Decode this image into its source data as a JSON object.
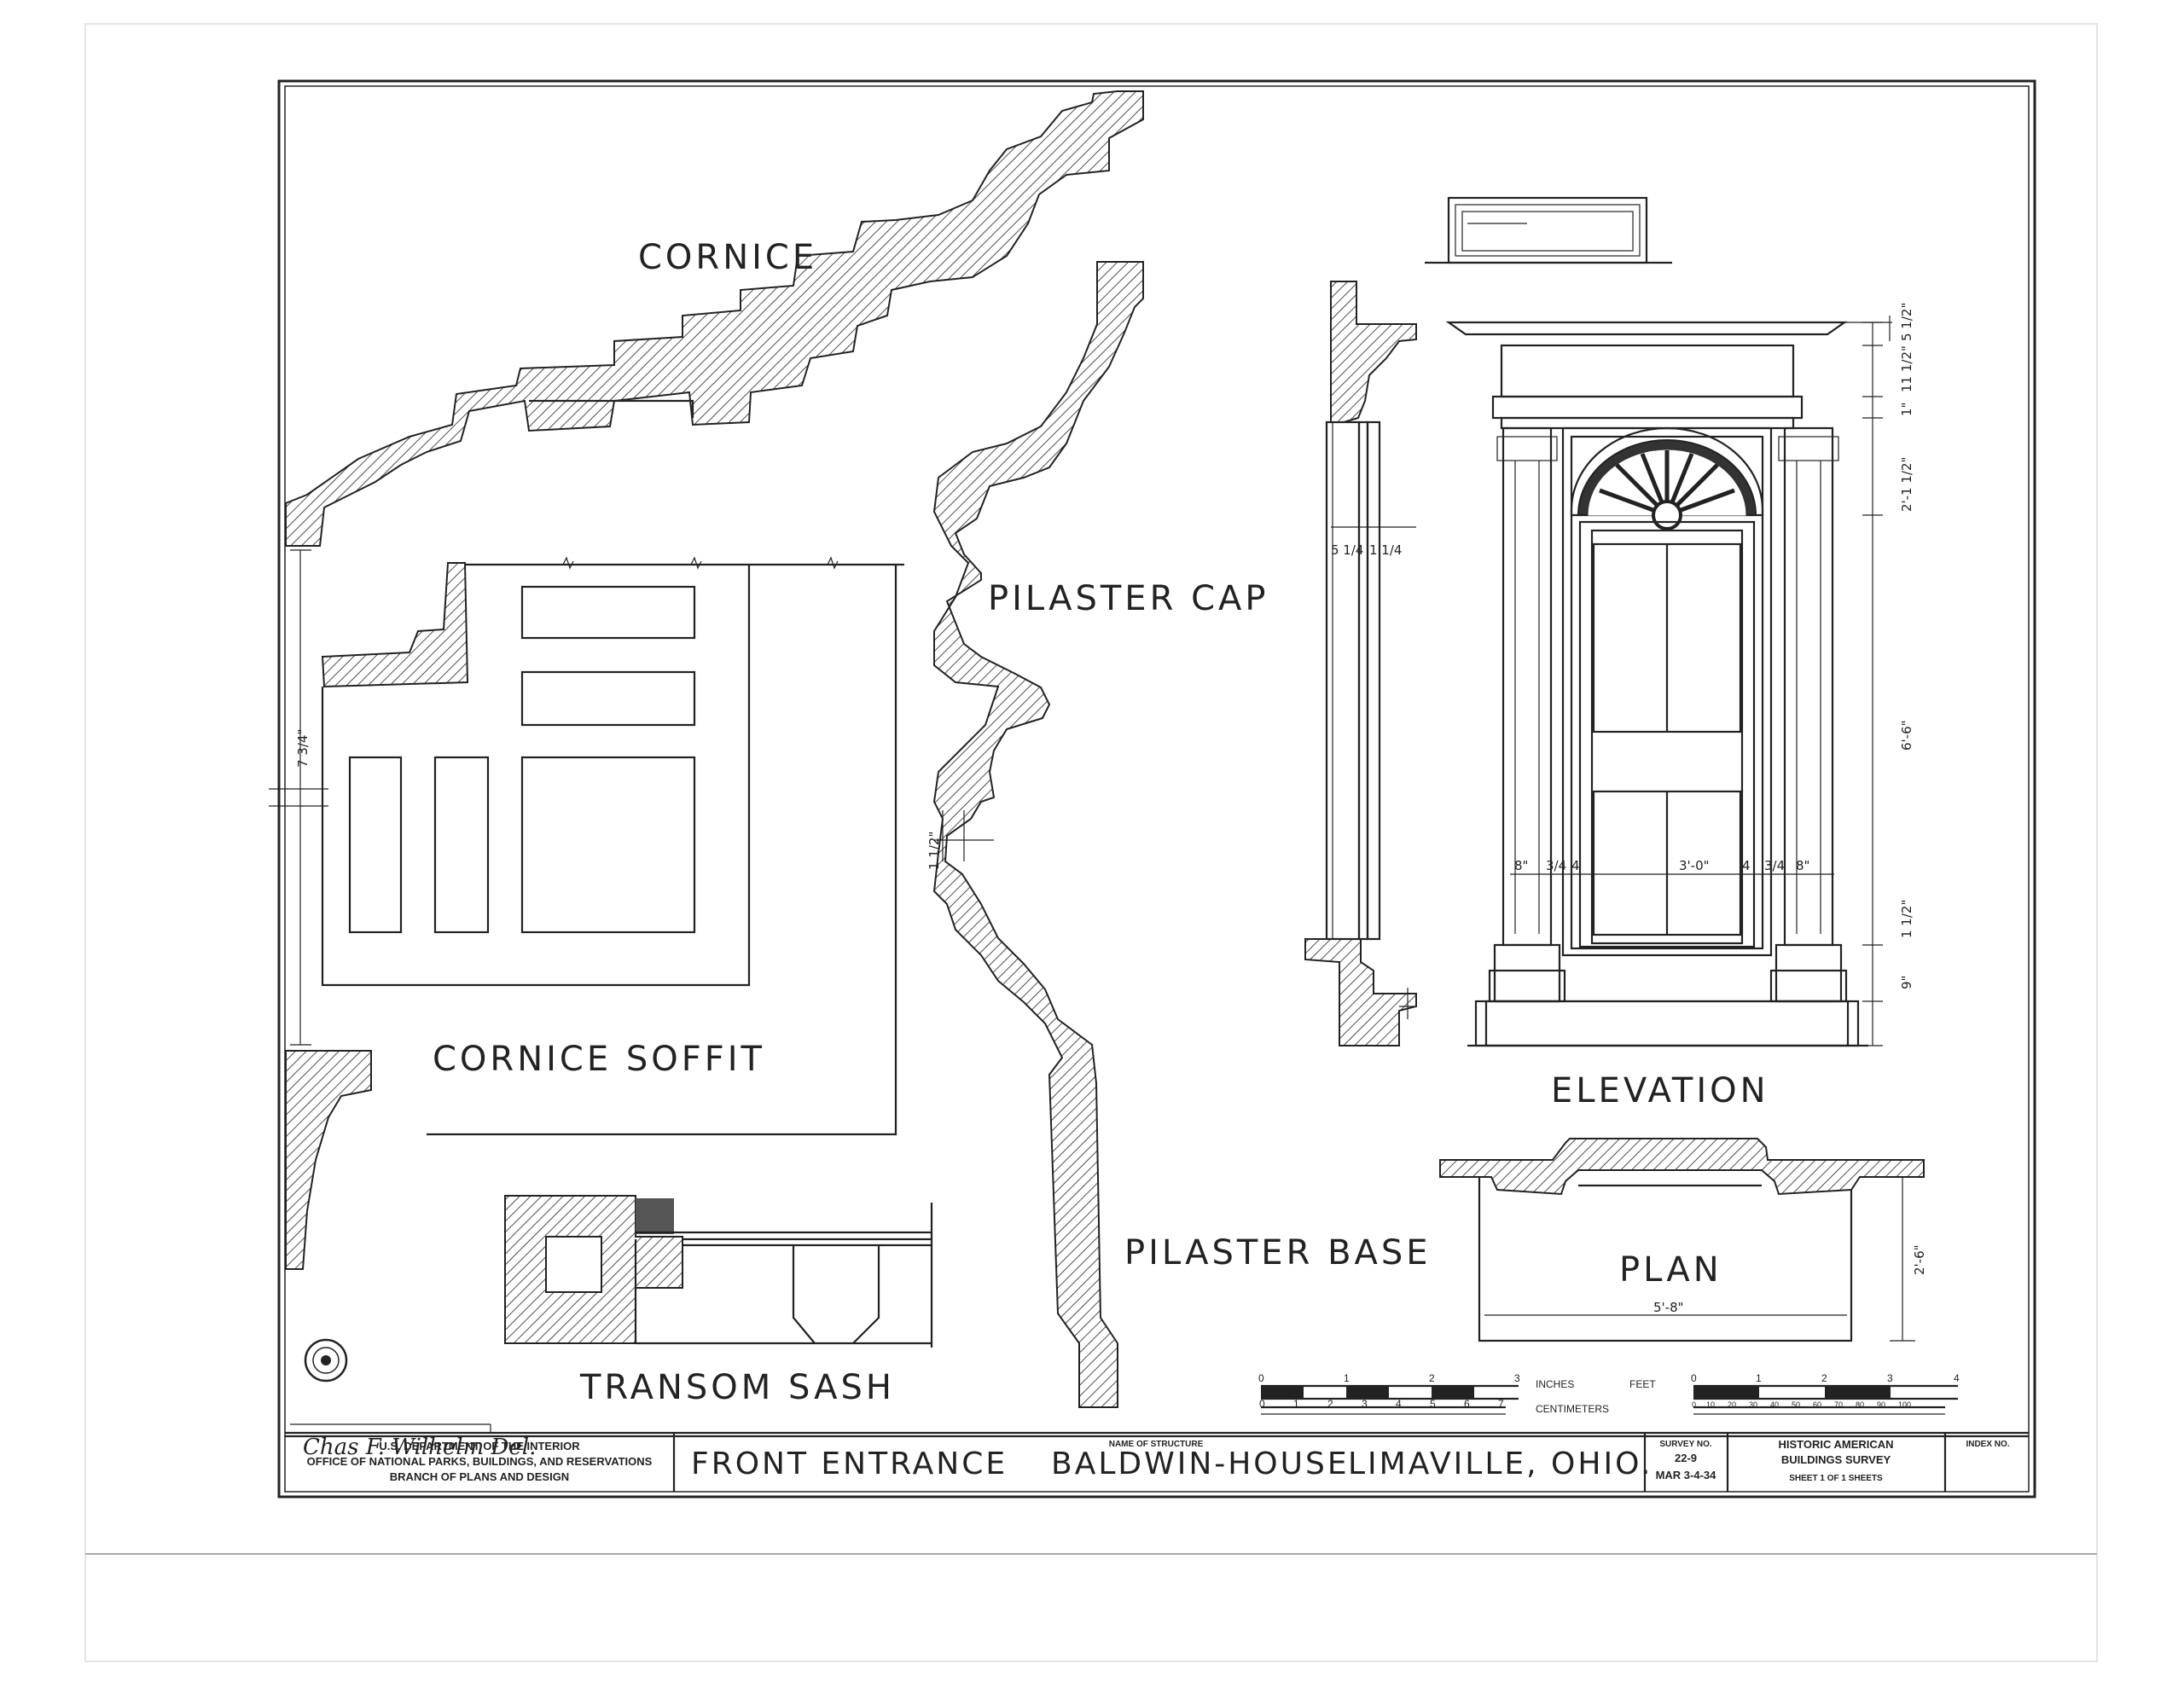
{
  "drawing": {
    "labels": {
      "cornice": "CORNICE",
      "pilaster_cap": "PILASTER CAP",
      "cornice_soffit": "CORNICE SOFFIT",
      "elevation": "ELEVATION",
      "pilaster_base": "PILASTER BASE",
      "plan": "PLAN",
      "transom_sash": "TRANSOM SASH"
    },
    "dimensions": {
      "soffit_height": "7 3/4\"",
      "cap_small": "1 1/2\"",
      "elev_left_a": "5 1/4",
      "elev_left_b": "1 1/4",
      "elev_8_left": "8\"",
      "elev_3_4_left": "3/4",
      "elev_4_left": "4",
      "elev_width": "3'-0\"",
      "elev_4_right": "4",
      "elev_3_4_right": "3/4",
      "elev_8_right": "8\"",
      "elev_right_1": "5 1/2\"",
      "elev_right_2": "11 1/2\"",
      "elev_right_3": "1\"",
      "elev_right_4": "2'-1 1/2\"",
      "elev_right_5": "6'-6\"",
      "elev_right_6": "1 1/2\"",
      "elev_right_7": "9\"",
      "plan_width": "5'-8\"",
      "plan_depth": "2'-6\""
    },
    "scale": {
      "inches_ticks": [
        "0",
        "1",
        "2",
        "3"
      ],
      "cm_ticks": [
        "0",
        "1",
        "2",
        "3",
        "4",
        "5",
        "6",
        "7"
      ],
      "feet_ticks": [
        "0",
        "1",
        "2",
        "3",
        "4"
      ],
      "meter_ticks": [
        "0",
        "10",
        "20",
        "30",
        "40",
        "50",
        "60",
        "70",
        "80",
        "90",
        "100"
      ],
      "inches_label": "INCHES",
      "centimeters_label": "CENTIMETERS",
      "feet_label": "FEET"
    },
    "signature": "Chas F. Wilhelm Del."
  },
  "title_block": {
    "agency_line1": "U.S. DEPARTMENT OF THE INTERIOR",
    "agency_line2": "OFFICE OF NATIONAL PARKS, BUILDINGS, AND RESERVATIONS",
    "agency_line3": "BRANCH OF PLANS AND DESIGN",
    "name_caption": "NAME OF STRUCTURE",
    "title_part1": "FRONT ENTRANCE",
    "title_part2": "BALDWIN-HOUSE",
    "title_part3": "LIMAVILLE, OHIO.",
    "survey_caption": "SURVEY NO.",
    "survey_no": "22-9",
    "survey_date": "MAR 3-4-34",
    "habs_line1": "HISTORIC AMERICAN",
    "habs_line2": "BUILDINGS SURVEY",
    "sheet_text": "SHEET 1 OF 1 SHEETS",
    "index_caption": "INDEX NO."
  }
}
